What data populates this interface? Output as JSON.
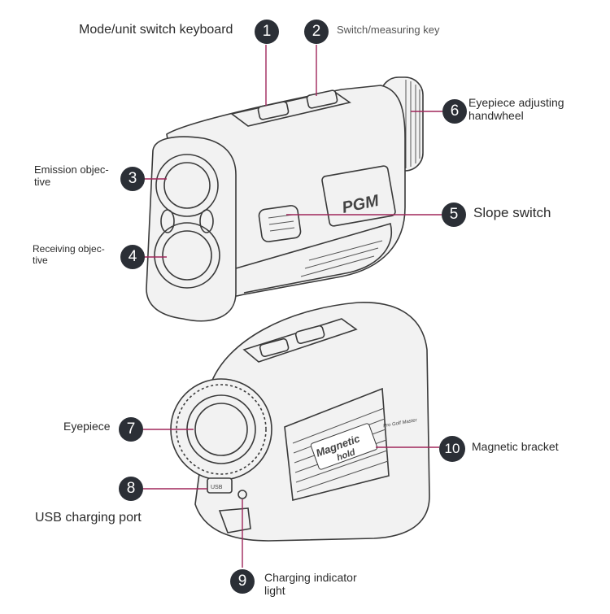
{
  "callouts": [
    {
      "num": "1",
      "label": "Mode/unit switch keyboard"
    },
    {
      "num": "2",
      "label": "Switch/measuring key"
    },
    {
      "num": "3",
      "label": "Emission objec-\ntive"
    },
    {
      "num": "4",
      "label": "Receiving objec-\ntive"
    },
    {
      "num": "5",
      "label": "Slope switch"
    },
    {
      "num": "6",
      "label": "Eyepiece adjusting\nhandwheel"
    },
    {
      "num": "7",
      "label": "Eyepiece"
    },
    {
      "num": "8",
      "label": "USB charging port"
    },
    {
      "num": "9",
      "label": "Charging indicator\nlight"
    },
    {
      "num": "10",
      "label": "Magnetic bracket"
    }
  ],
  "device_markings": {
    "brand": "PGM",
    "magnet_text_1": "Magnetic",
    "magnet_text_2": "hold",
    "series": "Pro Golf Master",
    "usb": "USB"
  }
}
